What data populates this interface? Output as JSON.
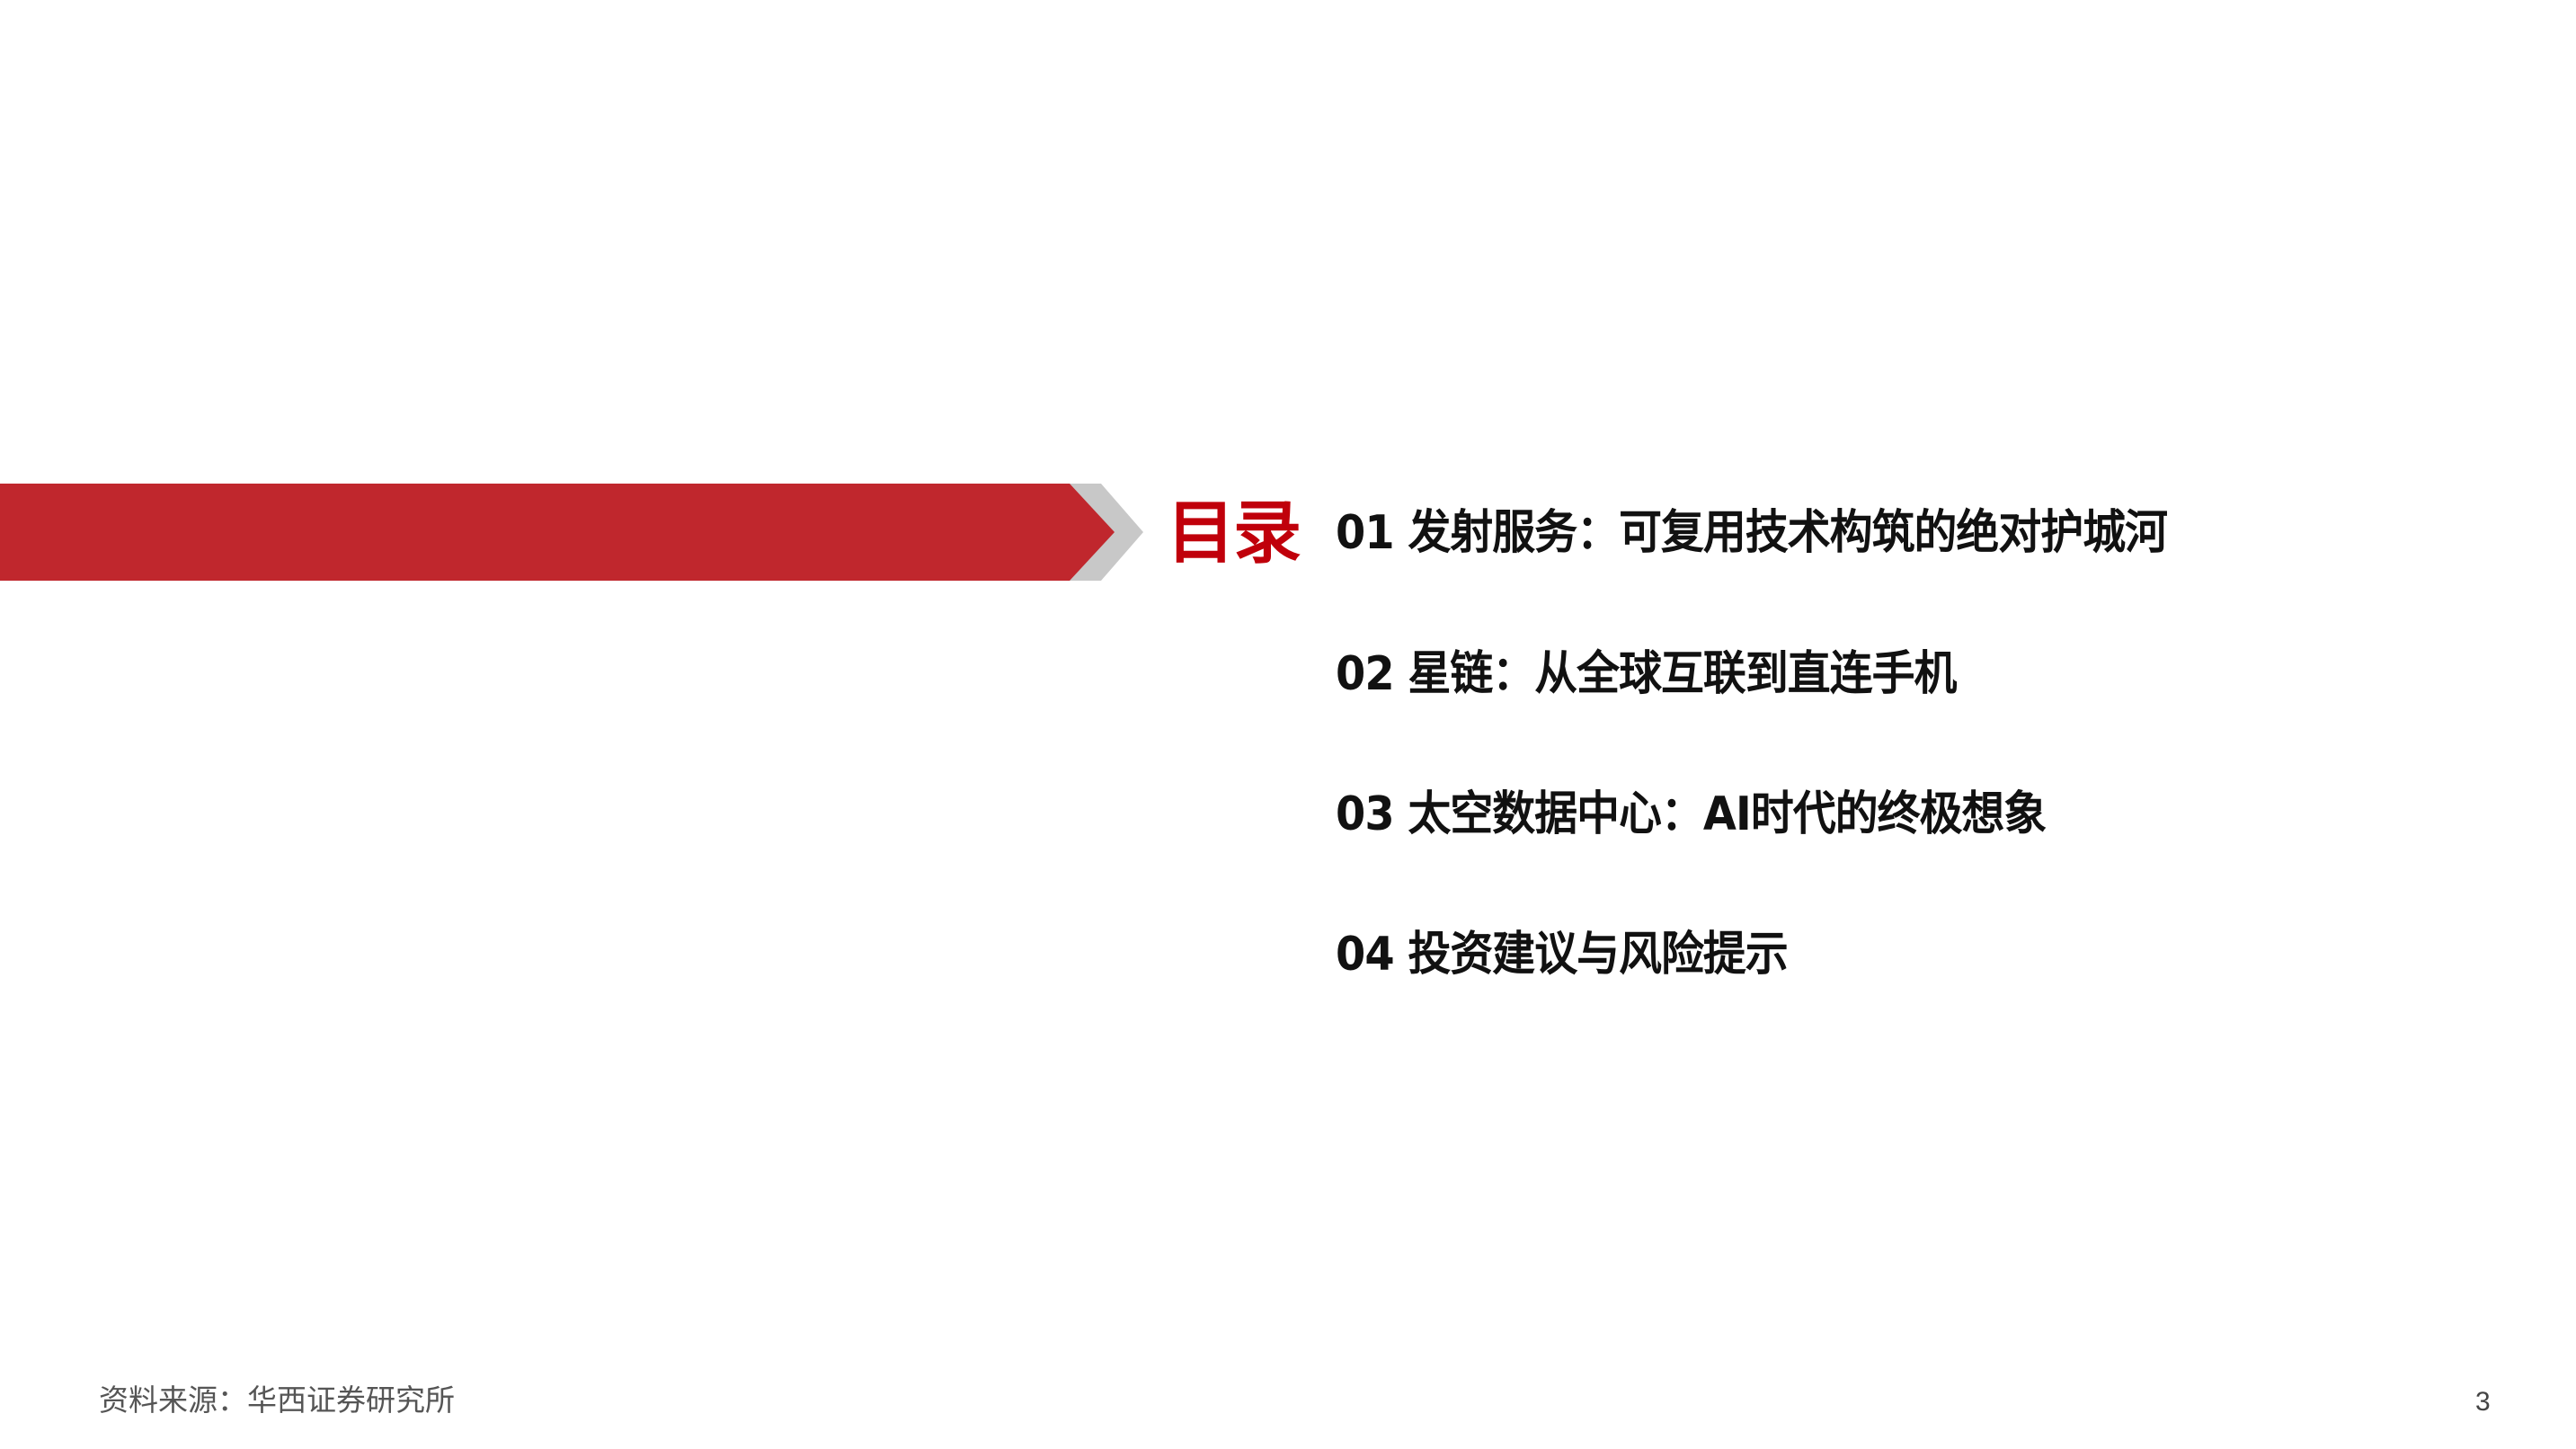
{
  "toc": {
    "title": "目录",
    "items": [
      {
        "label": "01 发射服务：可复用技术构筑的绝对护城河"
      },
      {
        "label": "02 星链：从全球互联到直连手机"
      },
      {
        "label": "03 太空数据中心：AI时代的终极想象"
      },
      {
        "label": "04 投资建议与风险提示"
      }
    ]
  },
  "footer": {
    "source": "资料来源：华西证券研究所",
    "page_number": "3"
  },
  "colors": {
    "accent": "#c0272d",
    "title_red": "#c0000b",
    "chevron_gray": "#c8c8c8"
  }
}
